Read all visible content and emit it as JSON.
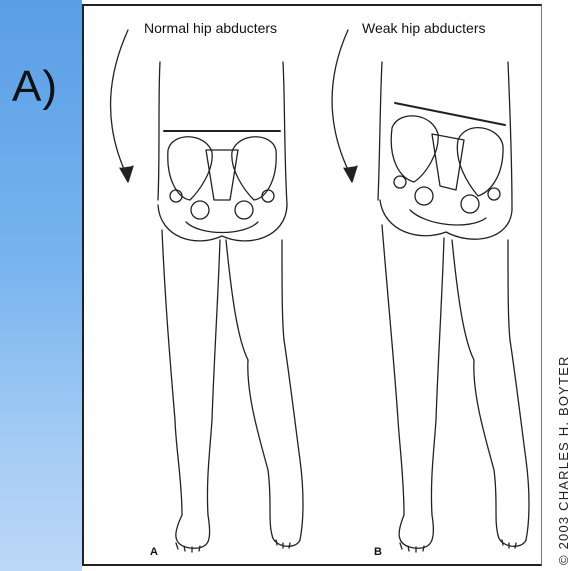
{
  "panel_label": "A)",
  "captions": {
    "normal": "Normal hip abducters",
    "weak": "Weak hip abducters"
  },
  "figure_letters": {
    "left": "A",
    "right": "B"
  },
  "copyright": "© 2003 CHARLES H. BOYTER"
}
